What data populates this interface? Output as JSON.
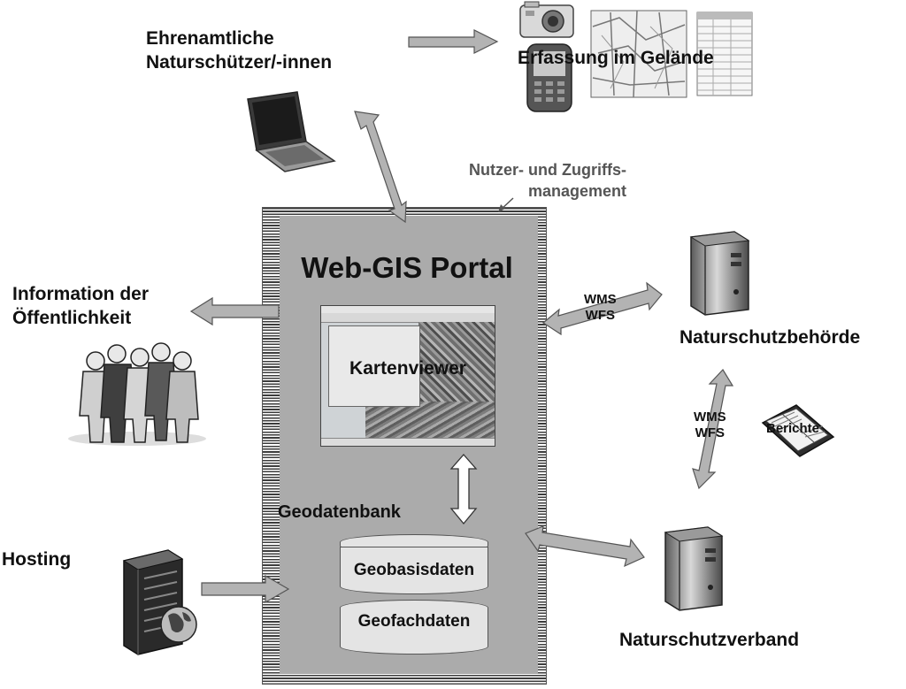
{
  "nodes": {
    "volunteers": "Ehrenamtliche\nNaturschützer/-innen",
    "field_capture": "Erfassung im Gelände",
    "user_access": "Nutzer- und Zugriffs-\nmanagement",
    "portal_title": "Web-GIS Portal",
    "kartenviewer": "Kartenviewer",
    "public_info": "Information der\nÖffentlichkeit",
    "geodatenbank": "Geodatenbank",
    "geobasisdaten": "Geobasisdaten",
    "geofachdaten": "Geofachdaten",
    "hosting": "Hosting",
    "authority": "Naturschutzbehörde",
    "association": "Naturschutzverband",
    "reports": "Berichte"
  },
  "links": {
    "portal_authority": "WMS\nWFS",
    "authority_association": "WMS\nWFS"
  },
  "colors": {
    "arrow_fill": "#b3b3b3",
    "portal_fill": "#ababab",
    "db_fill": "#e4e4e4"
  },
  "icons": [
    "camera-icon",
    "map-sheet-icon",
    "data-table-icon",
    "pda-icon",
    "laptop-icon",
    "crowd-icon",
    "server-icon",
    "rack-server-icon",
    "globe-icon",
    "book-icon"
  ]
}
